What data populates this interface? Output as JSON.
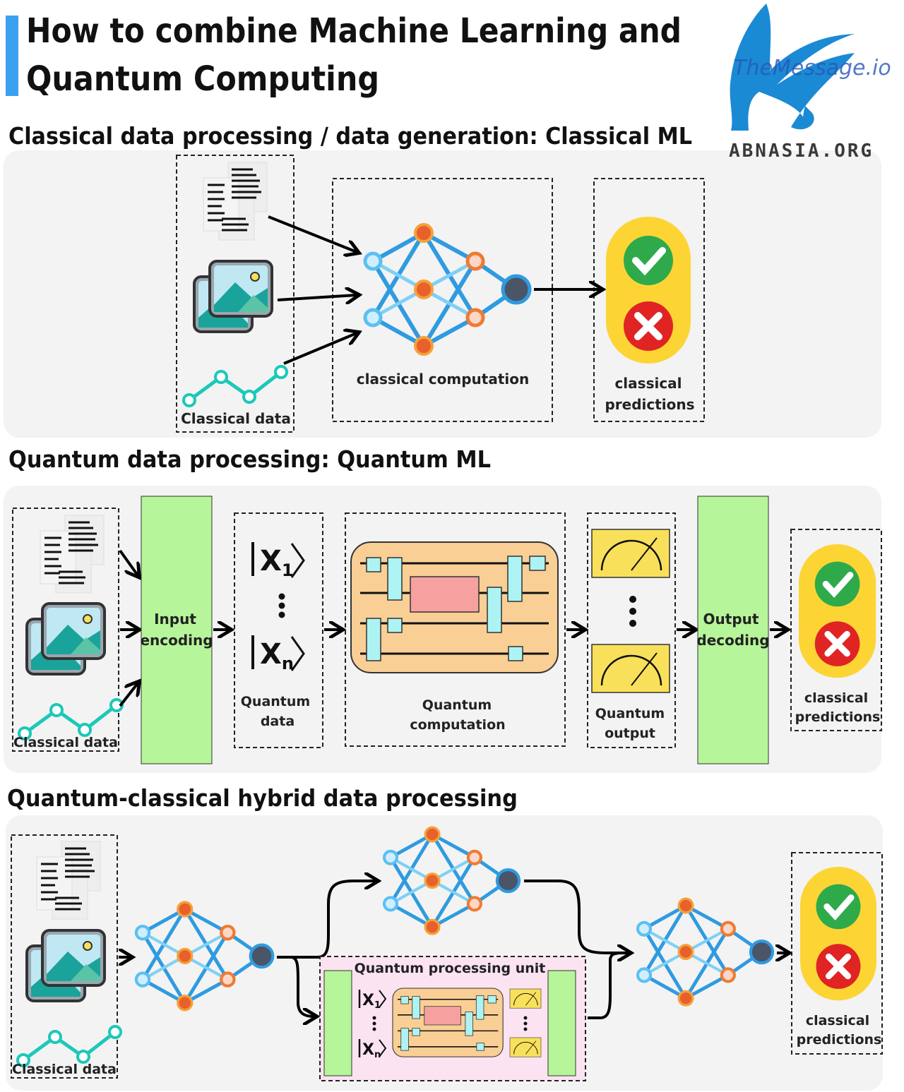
{
  "title": {
    "line1": "How to combine Machine Learning and",
    "line2": "Quantum Computing",
    "accent_color": "#3aa0f0"
  },
  "logo": {
    "text": "ABNASIA.ORG",
    "watermark": "TheMessage.io",
    "icon": "griffin-logo",
    "color": "#1a8ad4"
  },
  "section1": {
    "heading": "Classical data processing / data generation: Classical ML",
    "input_label": "Classical data",
    "computation_label": "classical computation",
    "output_label_1": "classical",
    "output_label_2": "predictions"
  },
  "section2": {
    "heading": "Quantum data processing: Quantum ML",
    "input_label": "Classical data",
    "encoding_1": "Input",
    "encoding_2": "encoding",
    "ket_letter": "X",
    "ket_sub_first": "1",
    "ket_sub_last": "n",
    "qdata_1": "Quantum",
    "qdata_2": "data",
    "qcomp_1": "Quantum",
    "qcomp_2": "computation",
    "qout_1": "Quantum",
    "qout_2": "output",
    "decoding_1": "Output",
    "decoding_2": "decoding",
    "output_label_1": "classical",
    "output_label_2": "predictions"
  },
  "section3": {
    "heading": "Quantum-classical hybrid data processing",
    "input_label": "Classical data",
    "qpu_label": "Quantum processing unit",
    "ket_letter": "X",
    "ket_sub_first": "1",
    "ket_sub_last": "n",
    "output_label_1": "classical",
    "output_label_2": "predictions"
  },
  "colors": {
    "network_edge": "#2f9be0",
    "node_orange": "#e8602c",
    "output_node": "#4a5568",
    "encoding_green": "#b6f59a",
    "circuit_bg": "#f9cf95",
    "gate_cyan": "#aef3f3",
    "gate_pink": "#f7a0a0",
    "meter_yellow": "#f9e05a",
    "prediction_yellow": "#fcd535",
    "check_green": "#2eaa4a",
    "cross_red": "#e02424",
    "qpu_pink": "#fbe3f1"
  }
}
